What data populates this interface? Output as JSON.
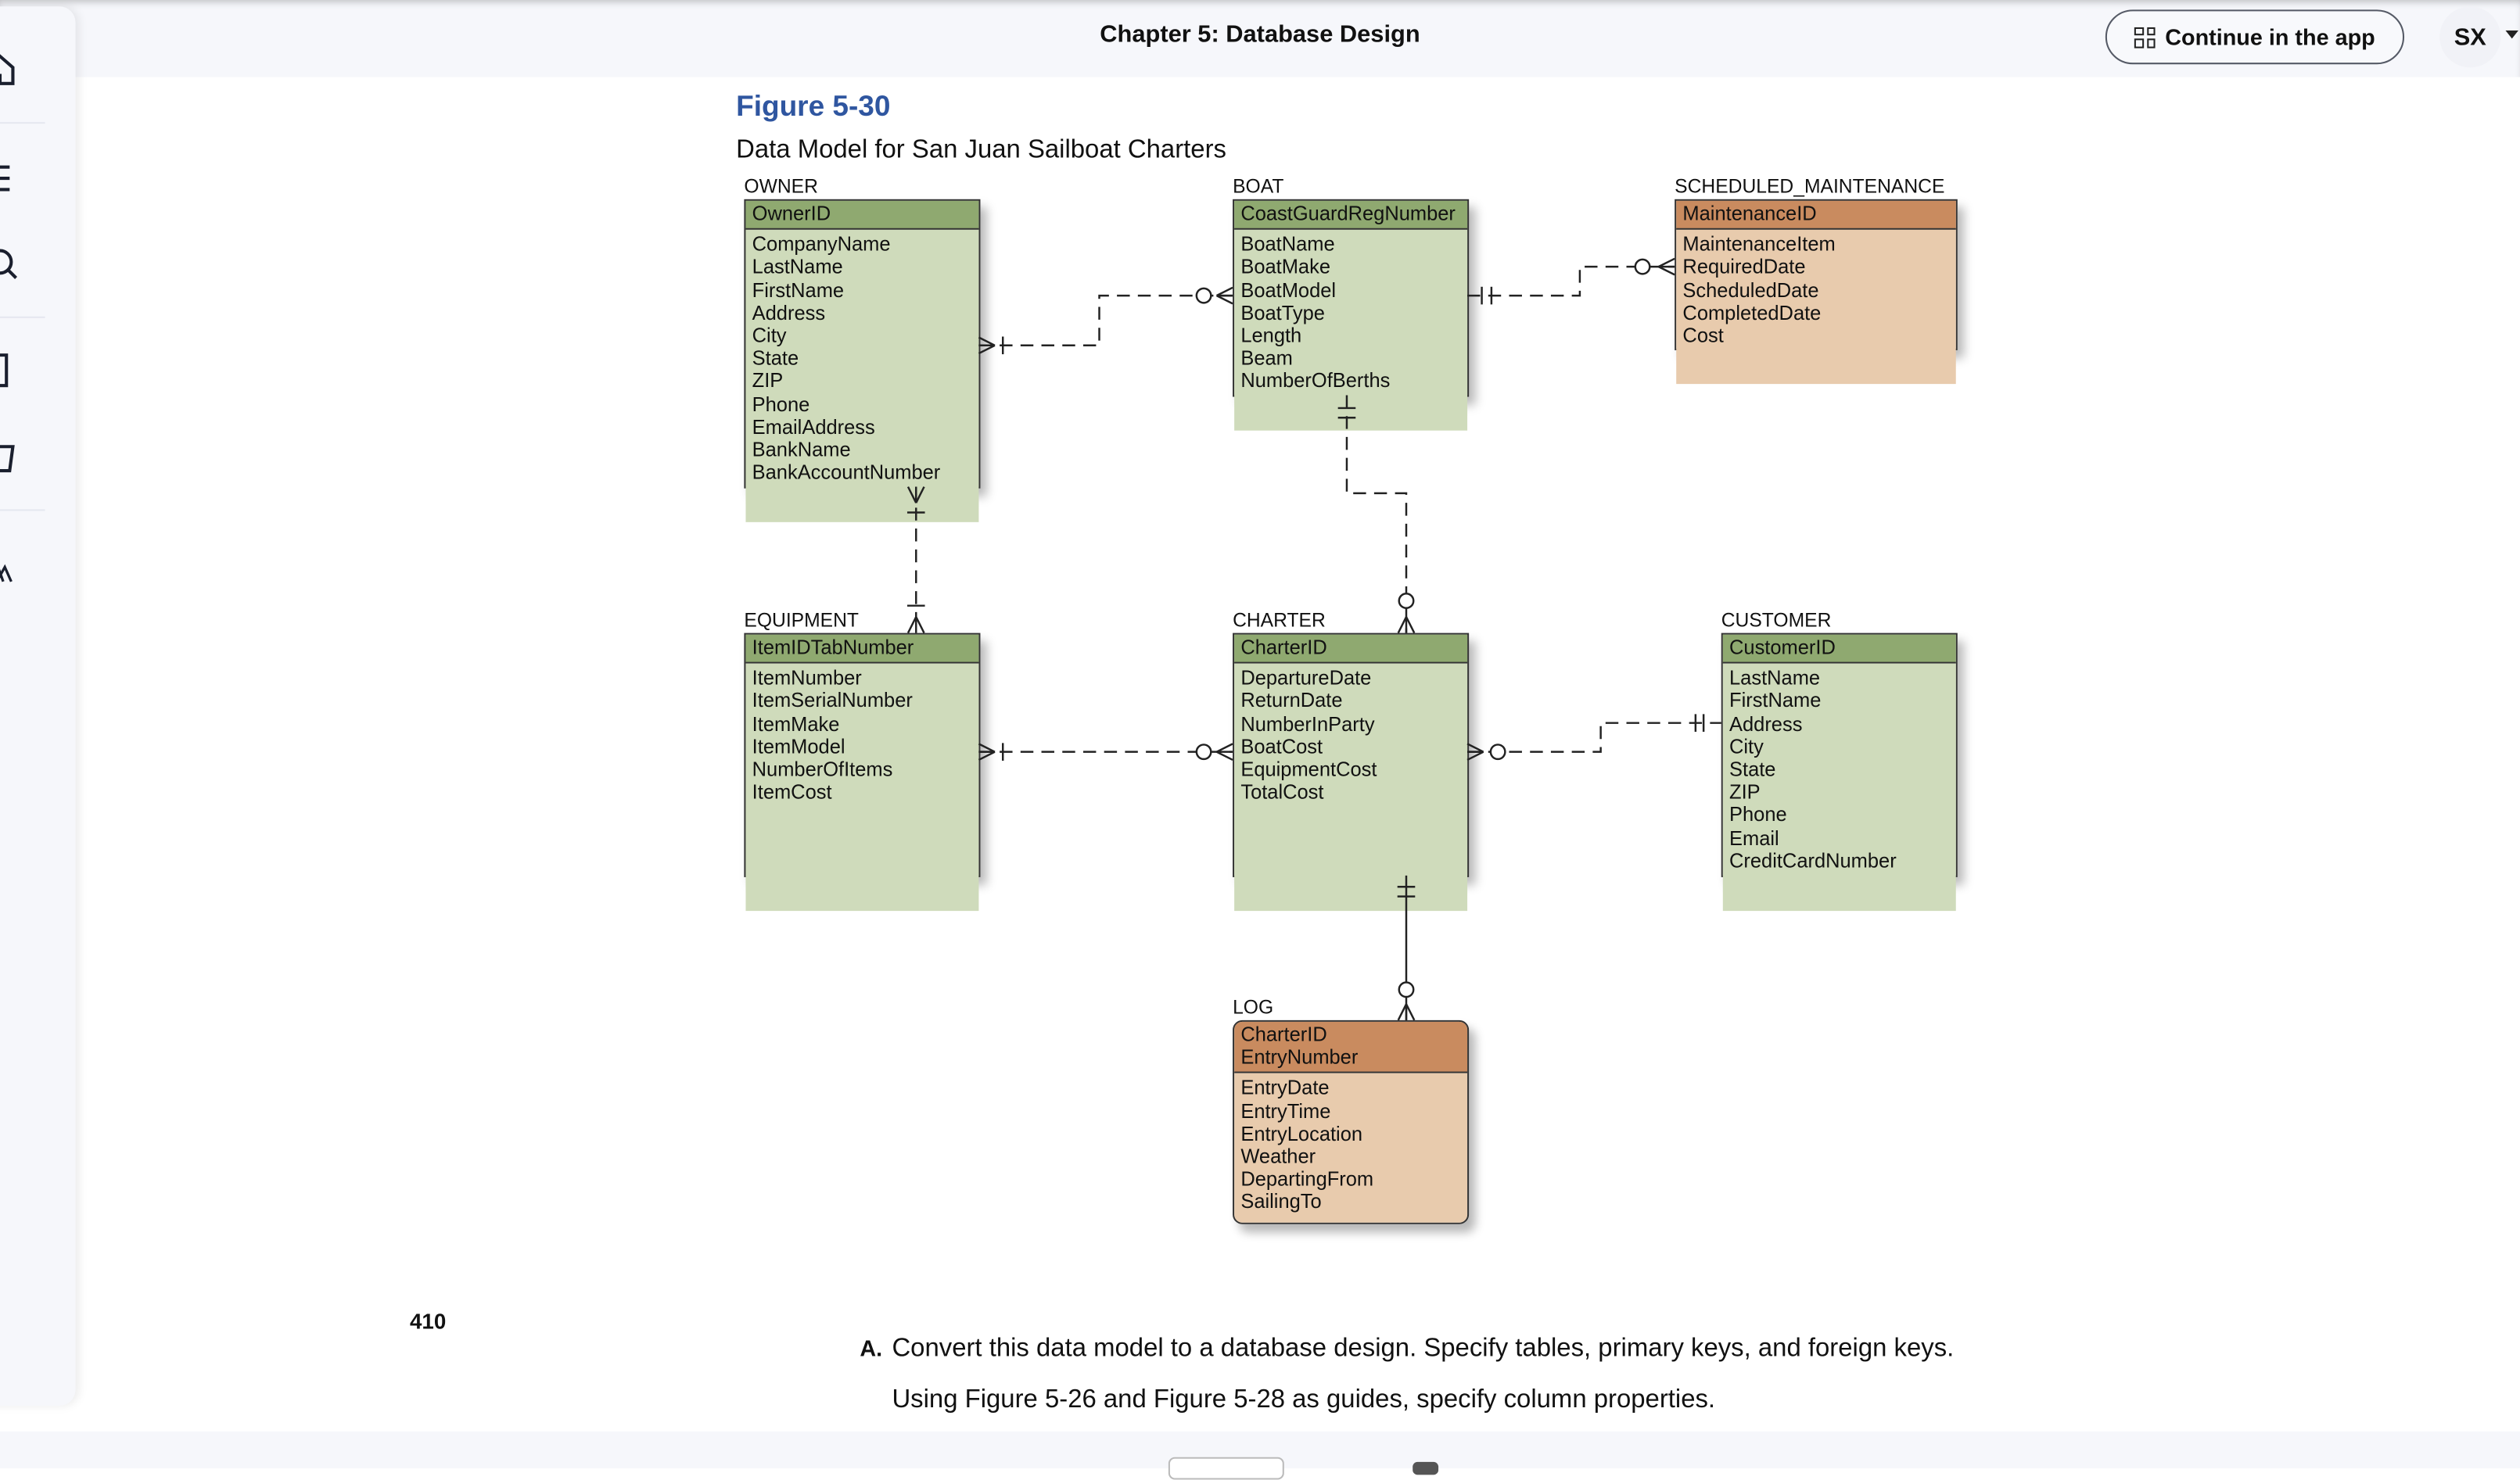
{
  "header": {
    "title": "Chapter 5: Database Design",
    "continue_label": "Continue in the app",
    "avatar_initials": "SX"
  },
  "sidebar": {
    "icons": [
      "home-icon",
      "menu-icon",
      "search-icon",
      "bookmark-icon",
      "flashcards-icon",
      "text-size-icon"
    ]
  },
  "figure": {
    "label": "Figure 5-30",
    "caption": "Data Model for San Juan Sailboat Charters"
  },
  "colors": {
    "independent_header": "#8fa970",
    "independent_body": "#cfdbbb",
    "dependent_header": "#c98b5f",
    "dependent_body": "#e8cbad",
    "figure_label": "#2f56a0"
  },
  "entities": [
    {
      "name": "OWNER",
      "type": "independent",
      "keys": [
        "OwnerID"
      ],
      "attributes": [
        "CompanyName",
        "LastName",
        "FirstName",
        "Address",
        "City",
        "State",
        "ZIP",
        "Phone",
        "EmailAddress",
        "BankName",
        "BankAccountNumber"
      ]
    },
    {
      "name": "BOAT",
      "type": "independent",
      "keys": [
        "CoastGuardRegNumber"
      ],
      "attributes": [
        "BoatName",
        "BoatMake",
        "BoatModel",
        "BoatType",
        "Length",
        "Beam",
        "NumberOfBerths"
      ]
    },
    {
      "name": "SCHEDULED_MAINTENANCE",
      "type": "dependent",
      "keys": [
        "MaintenanceID"
      ],
      "attributes": [
        "MaintenanceItem",
        "RequiredDate",
        "ScheduledDate",
        "CompletedDate",
        "Cost"
      ]
    },
    {
      "name": "EQUIPMENT",
      "type": "independent",
      "keys": [
        "ItemIDTabNumber"
      ],
      "attributes": [
        "ItemNumber",
        "ItemSerialNumber",
        "ItemMake",
        "ItemModel",
        "NumberOfItems",
        "ItemCost"
      ]
    },
    {
      "name": "CHARTER",
      "type": "independent",
      "keys": [
        "CharterID"
      ],
      "attributes": [
        "DepartureDate",
        "ReturnDate",
        "NumberInParty",
        "BoatCost",
        "EquipmentCost",
        "TotalCost"
      ]
    },
    {
      "name": "CUSTOMER",
      "type": "independent",
      "keys": [
        "CustomerID"
      ],
      "attributes": [
        "LastName",
        "FirstName",
        "Address",
        "City",
        "State",
        "ZIP",
        "Phone",
        "Email",
        "CreditCardNumber"
      ]
    },
    {
      "name": "LOG",
      "type": "id-dependent",
      "keys": [
        "CharterID",
        "EntryNumber"
      ],
      "attributes": [
        "EntryDate",
        "EntryTime",
        "EntryLocation",
        "Weather",
        "DepartingFrom",
        "SailingTo"
      ]
    }
  ],
  "relationships": [
    {
      "from": "OWNER",
      "from_card": "one-or-many",
      "to": "BOAT",
      "to_card": "zero-or-many",
      "line": "dashed"
    },
    {
      "from": "BOAT",
      "from_card": "exactly-one",
      "to": "SCHEDULED_MAINTENANCE",
      "to_card": "zero-or-many",
      "line": "dashed"
    },
    {
      "from": "BOAT",
      "from_card": "exactly-one",
      "to": "CHARTER",
      "to_card": "zero-or-many",
      "line": "dashed"
    },
    {
      "from": "OWNER",
      "from_card": "one-or-many",
      "to": "EQUIPMENT",
      "to_card": "one-or-many",
      "line": "dashed"
    },
    {
      "from": "EQUIPMENT",
      "from_card": "one-or-many",
      "to": "CHARTER",
      "to_card": "zero-or-many",
      "line": "dashed"
    },
    {
      "from": "CHARTER",
      "from_card": "zero-or-many",
      "to": "CUSTOMER",
      "to_card": "exactly-one",
      "line": "dashed"
    },
    {
      "from": "CHARTER",
      "from_card": "exactly-one",
      "to": "LOG",
      "to_card": "zero-or-many",
      "line": "solid"
    }
  ],
  "page_number": "410",
  "question": {
    "marker": "A.",
    "line1": "Convert this data model to a database design. Specify tables, primary keys, and foreign keys.",
    "line2": "Using Figure 5-26 and Figure 5-28 as guides, specify column properties."
  }
}
